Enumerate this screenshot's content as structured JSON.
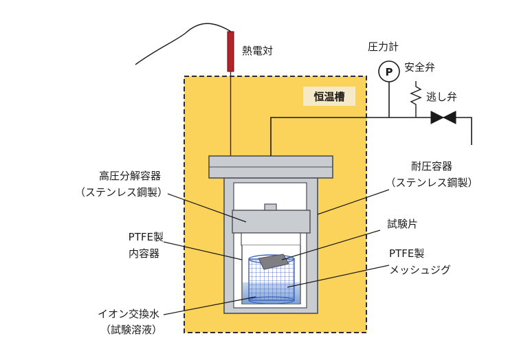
{
  "labels": {
    "thermocouple": "熱電対",
    "thermostatic_chamber": "恒温槽",
    "pressure_gauge": "圧力計",
    "pressure_gauge_symbol": "P",
    "safety_valve": "安全弁",
    "relief_valve": "逃し弁",
    "high_pressure_vessel_line1": "高圧分解容器",
    "high_pressure_vessel_line2": "（ステンレス鋼製）",
    "pressure_vessel_line1": "耐圧容器",
    "pressure_vessel_line2": "（ステンレス鋼製）",
    "ptfe_inner_line1": "PTFE製",
    "ptfe_inner_line2": "内容器",
    "test_piece": "試験片",
    "ptfe_mesh_line1": "PTFE製",
    "ptfe_mesh_line2": "メッシュジグ",
    "water_line1": "イオン交換水",
    "water_line2": "（試験溶液）"
  },
  "colors": {
    "chamber_fill": "#fbd35a",
    "chamber_border": "#2a2a3a",
    "steel_fill": "#c9ccd1",
    "steel_border": "#4a4d55",
    "thermocouple": "#b5232a",
    "solution": "#8fb0dc",
    "mesh": "#3b62b8",
    "test_piece": "#7d7f85",
    "label_box": "#f6e9c8"
  }
}
